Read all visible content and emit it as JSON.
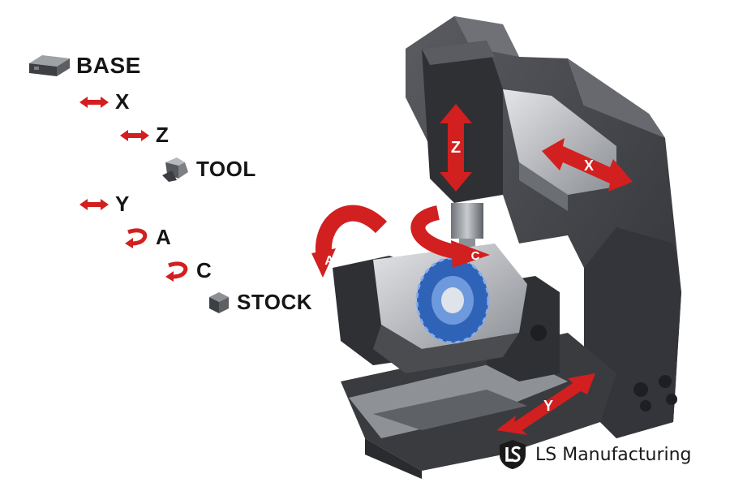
{
  "chain": {
    "base": "BASE",
    "x": "X",
    "z": "Z",
    "tool": "TOOL",
    "y": "Y",
    "a": "A",
    "c": "C",
    "stock": "STOCK"
  },
  "machine_axes": {
    "z": "Z",
    "x": "X",
    "y": "Y",
    "a": "A",
    "c": "C"
  },
  "brand": {
    "name": "LS Manufacturing",
    "logo_icon": "ls-shield-logo-icon"
  },
  "colors": {
    "arrow_red": "#d21f1f",
    "machine_dark": "#3a3b3f",
    "machine_light": "#9a9ca1",
    "table_blue": "#2f63b8",
    "label_black": "#151515"
  }
}
